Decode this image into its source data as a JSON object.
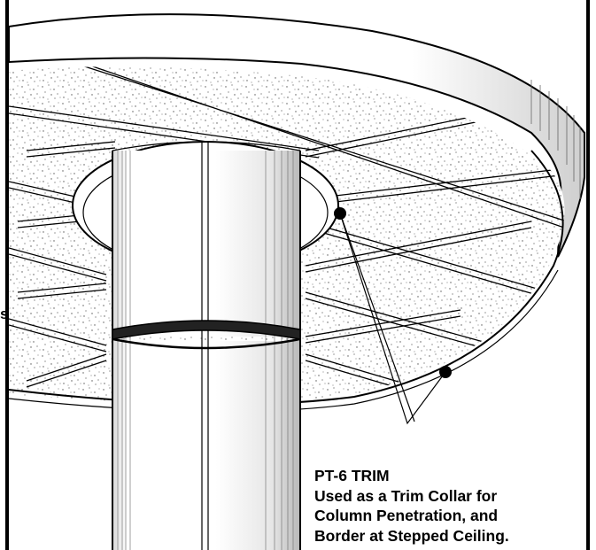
{
  "title": "PT-6 TRIM",
  "caption_lines": [
    "Used as a Trim Collar for",
    "Column Penetration, and",
    "Border at Stepped Ceiling."
  ],
  "edge_fragment": "s",
  "colors": {
    "line": "#000000",
    "background": "#ffffff",
    "stipple": "#6a6a6a"
  }
}
